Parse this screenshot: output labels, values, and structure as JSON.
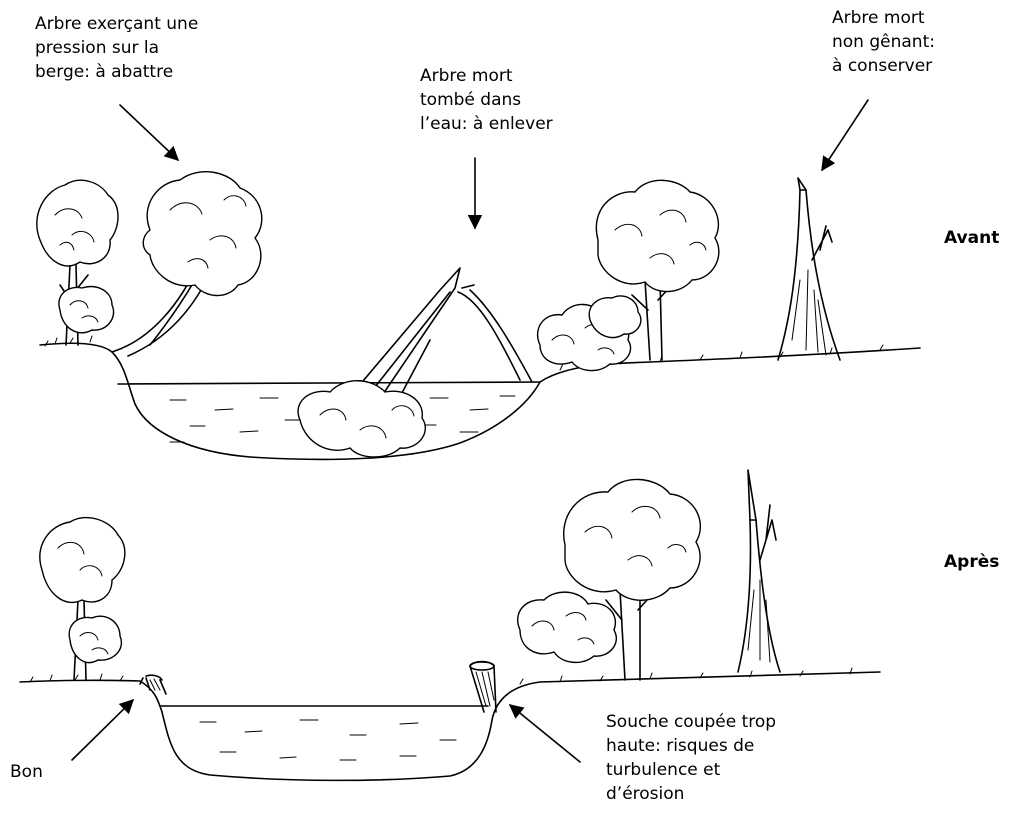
{
  "panels": {
    "before": "Avant",
    "after": "Après"
  },
  "labels": {
    "leaning_tree": [
      "Arbre exerçant une",
      "pression sur la",
      "berge: à abattre"
    ],
    "fallen_tree": [
      "Arbre mort",
      "tombé dans",
      "l’eau: à enlever"
    ],
    "dead_tree": [
      "Arbre mort",
      "non gênant:",
      "à conserver"
    ],
    "good_cut": "Bon",
    "high_stump": [
      "Souche coupée trop",
      "haute: risques de",
      "turbulence et",
      "d’érosion"
    ]
  }
}
